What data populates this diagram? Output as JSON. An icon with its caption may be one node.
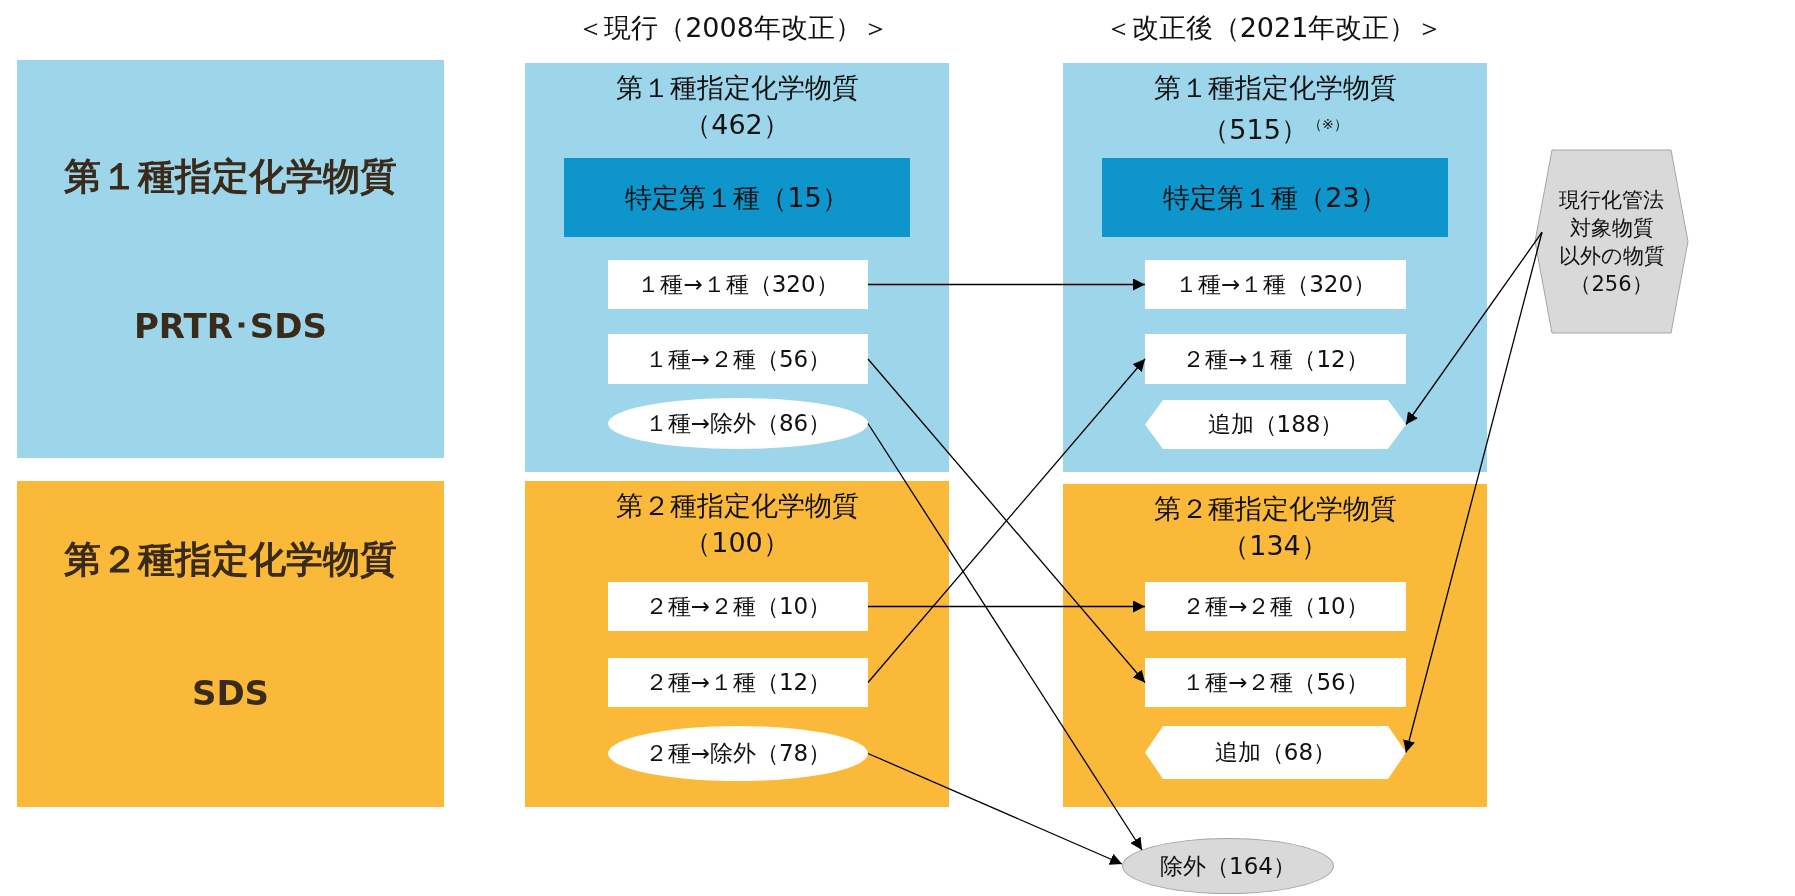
{
  "diagram": {
    "nodes": [
      {
        "text": [
          "第１種指定化学物質",
          "PRTR･SDS"
        ]
      },
      {
        "text": [
          "第２種指定化学物質",
          "SDS"
        ]
      },
      {
        "text": [
          "第１種指定化学物質",
          "（462）"
        ]
      },
      {
        "text": [
          "特定第１種（15）"
        ],
        "in": 2
      },
      {
        "text": [
          "１種→１種（320）"
        ],
        "in": 2
      },
      {
        "text": [
          "１種→２種（56）"
        ],
        "in": 2
      },
      {
        "text": [
          "１種→除外（86）"
        ],
        "in": 2
      },
      {
        "text": [
          "第２種指定化学物質",
          "（100）"
        ]
      },
      {
        "text": [
          "２種→２種（10）"
        ],
        "in": 7
      },
      {
        "text": [
          "２種→１種（12）"
        ],
        "in": 7
      },
      {
        "text": [
          "２種→除外（78）"
        ],
        "in": 7
      },
      {
        "text": [
          "第１種指定化学物質",
          "（515）$^{（※）}$"
        ]
      },
      {
        "text": [
          "特定第１種（23）"
        ],
        "in": 11
      },
      {
        "text": [
          "１種→１種（320）"
        ],
        "in": 11
      },
      {
        "text": [
          "２種→１種（12）"
        ],
        "in": 11
      },
      {
        "text": [
          "追加（188）"
        ],
        "in": 11
      },
      {
        "text": [
          "第２種指定化学物質",
          "（134）"
        ]
      },
      {
        "text": [
          "２種→２種（10）"
        ],
        "in": 16
      },
      {
        "text": [
          "１種→２種（56）"
        ],
        "in": 16
      },
      {
        "text": [
          "追加（68）"
        ],
        "in": 16
      },
      {
        "text": [
          "現行化管法",
          "対象物質",
          "以外の物質",
          "（256）"
        ]
      },
      {
        "text": [
          "除外（164）"
        ]
      }
    ],
    "edges": [
      {
        "from": 4,
        "to": 13,
        "arrow": "to"
      },
      {
        "from": 5,
        "to": 18,
        "arrow": "to"
      },
      {
        "from": 6,
        "to": 21,
        "arrow": "to"
      },
      {
        "from": 8,
        "to": 17,
        "arrow": "to"
      },
      {
        "from": 9,
        "to": 14,
        "arrow": "to"
      },
      {
        "from": 10,
        "to": 21,
        "arrow": "to"
      },
      {
        "from": 20,
        "to": 15,
        "arrow": "to"
      },
      {
        "from": 20,
        "to": 19,
        "arrow": "to"
      }
    ],
    "labels": [
      "＜現行（2008年改正）＞",
      "＜改正後（2021年改正）＞"
    ]
  }
}
